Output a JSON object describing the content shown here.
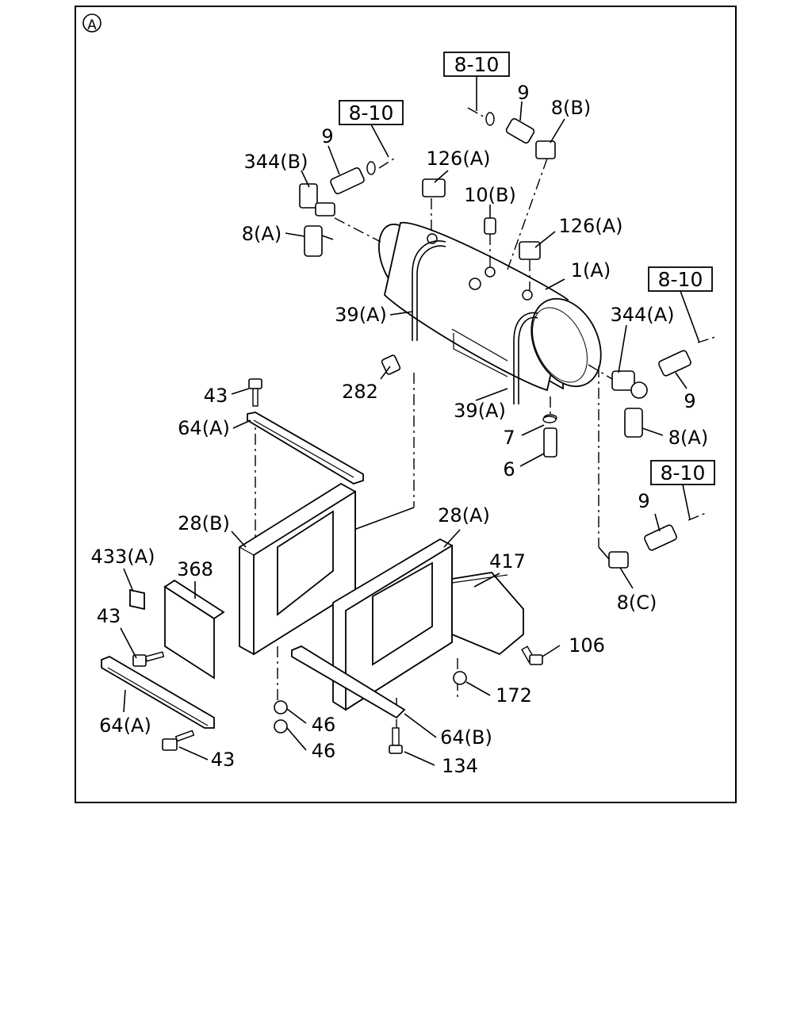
{
  "section_marker": "A",
  "ref_boxes": [
    "8-10",
    "8-10",
    "8-10",
    "8-10"
  ],
  "labels": {
    "l_9_a": "9",
    "l_8b": "8(B)",
    "l_9_b": "9",
    "l_344b": "344(B)",
    "l_126a_1": "126(A)",
    "l_10b": "10(B)",
    "l_126a_2": "126(A)",
    "l_8a_1": "8(A)",
    "l_1a": "1(A)",
    "l_344a": "344(A)",
    "l_39a_1": "39(A)",
    "l_9_c": "9",
    "l_282": "282",
    "l_39a_2": "39(A)",
    "l_8a_2": "8(A)",
    "l_43_1": "43",
    "l_64a_1": "64(A)",
    "l_7": "7",
    "l_6": "6",
    "l_9_d": "9",
    "l_28b": "28(B)",
    "l_28a": "28(A)",
    "l_433a": "433(A)",
    "l_368": "368",
    "l_417": "417",
    "l_8c": "8(C)",
    "l_43_2": "43",
    "l_106": "106",
    "l_172": "172",
    "l_64a_2": "64(A)",
    "l_46_1": "46",
    "l_46_2": "46",
    "l_64b": "64(B)",
    "l_43_3": "43",
    "l_134": "134"
  }
}
